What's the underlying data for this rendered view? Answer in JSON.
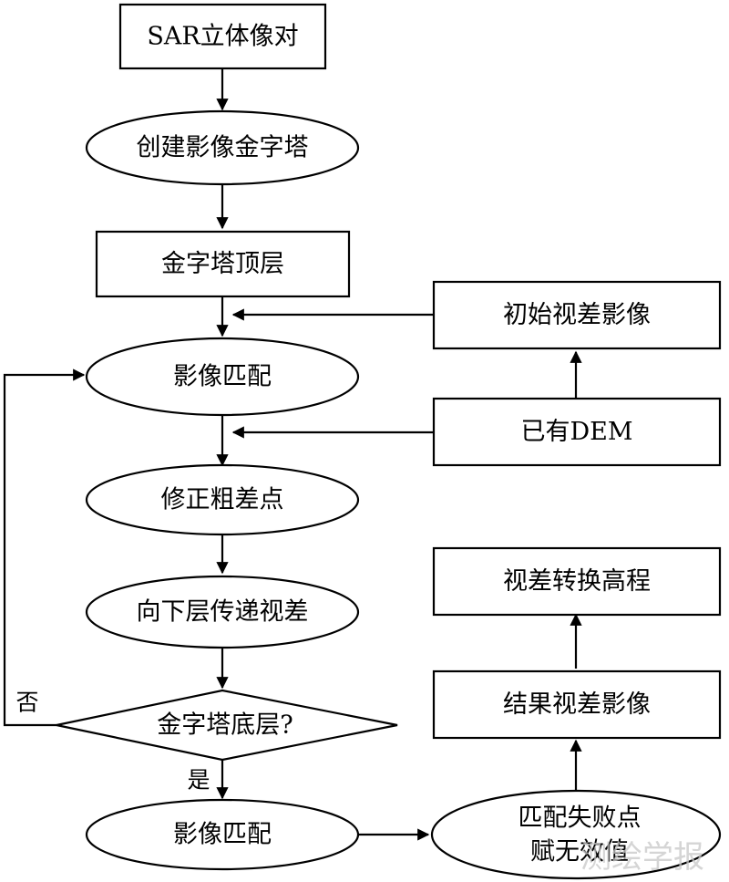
{
  "nodes": {
    "sar_pair": "SAR立体像对",
    "build_pyramid": "创建影像金字塔",
    "pyramid_top": "金字塔顶层",
    "image_match_1": "影像匹配",
    "initial_disparity": "初始视差影像",
    "existing_dem": "已有DEM",
    "fix_gross_errors": "修正粗差点",
    "pass_disparity": "向下层传递视差",
    "is_bottom_layer": "金字塔底层?",
    "image_match_2": "影像匹配",
    "failed_points_line1": "匹配失败点",
    "failed_points_line2": "赋无效值",
    "result_disparity": "结果视差影像",
    "disparity_to_height": "视差转换高程"
  },
  "branches": {
    "no": "否",
    "yes": "是"
  },
  "watermark": "测绘学报"
}
